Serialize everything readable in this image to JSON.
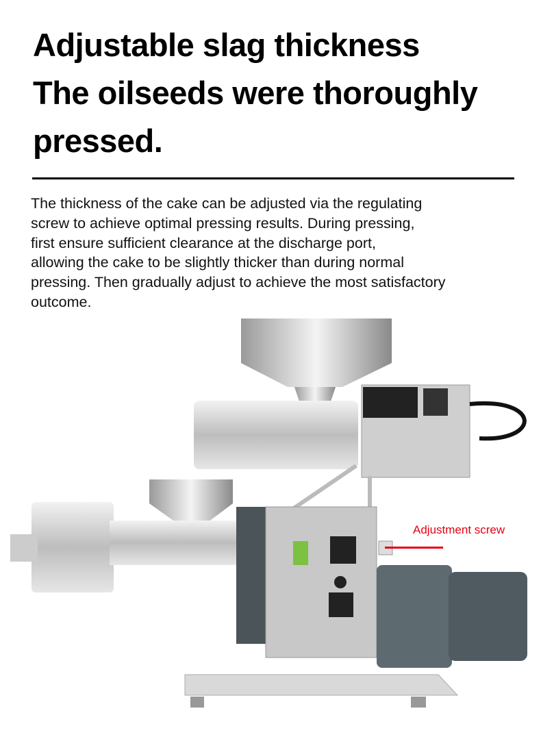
{
  "headline": [
    "Adjustable slag thickness",
    "The oilseeds were thoroughly",
    "pressed."
  ],
  "description": [
    "The thickness of the cake can be adjusted via the regulating",
    "screw to achieve optimal pressing results. During pressing,",
    "first ensure sufficient clearance at the discharge port,",
    "allowing the cake to be slightly thicker than during normal",
    "pressing. Then gradually adjust to achieve the most satisfactory",
    "outcome."
  ],
  "annotation": {
    "label": "Adjustment screw",
    "color": "#e60012"
  }
}
